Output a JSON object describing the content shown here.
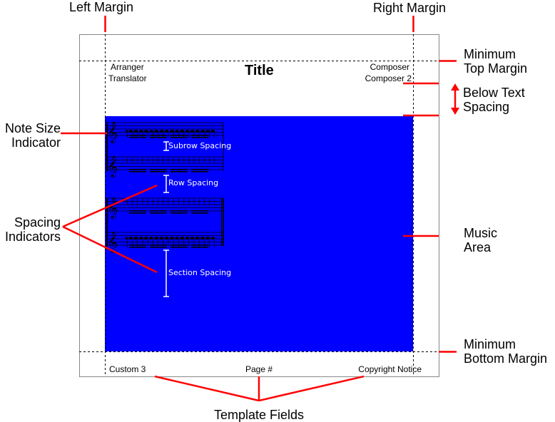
{
  "labels": {
    "left_margin": "Left Margin",
    "right_margin": "Right Margin",
    "min_top_margin": [
      "Minimum",
      "Top Margin"
    ],
    "below_text_spacing": [
      "Below Text",
      "Spacing"
    ],
    "note_size_indicator": [
      "Note Size",
      "Indicator"
    ],
    "spacing_indicators": [
      "Spacing",
      "Indicators"
    ],
    "music_area": [
      "Music",
      "Area"
    ],
    "min_bottom_margin": [
      "Minimum",
      "Bottom Margin"
    ],
    "template_fields": "Template Fields"
  },
  "page": {
    "title": "Title",
    "arranger": "Arranger",
    "translator": "Translator",
    "composer": "Composer",
    "composer2": "Composer 2",
    "footer_left": "Custom 3",
    "footer_center": "Page #",
    "footer_right": "Copyright Notice"
  },
  "spacing": {
    "subrow": "Subrow Spacing",
    "row": "Row Spacing",
    "section": "Section Spacing"
  },
  "colors": {
    "music_area": "#0000ff",
    "annotation": "#ff0000"
  }
}
